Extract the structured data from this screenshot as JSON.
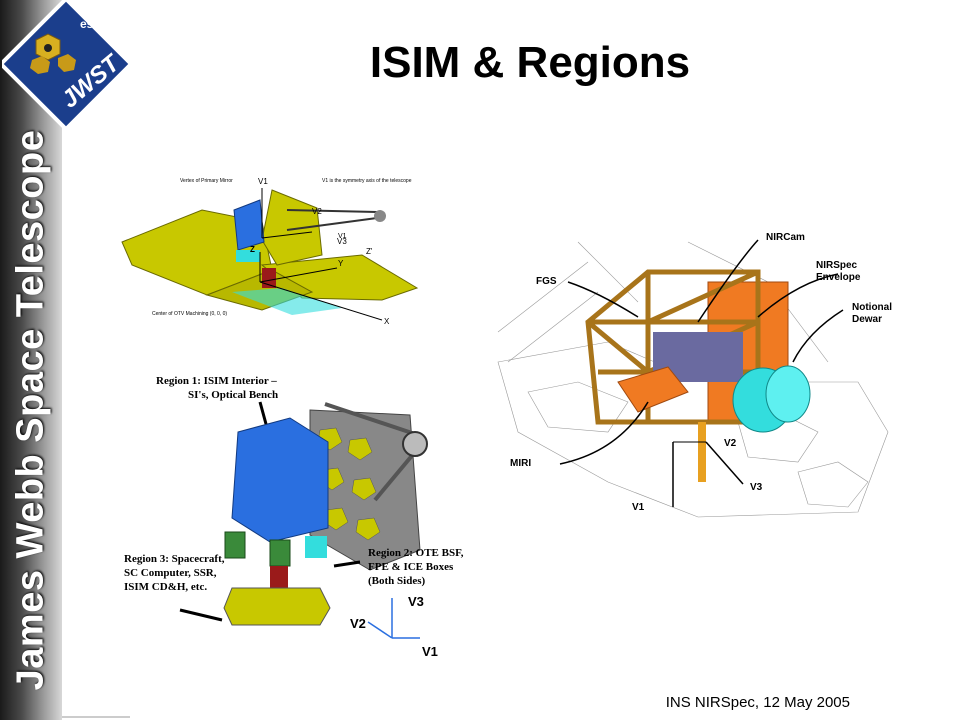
{
  "sidebar": {
    "text": "James Webb Space Telescope"
  },
  "logo": {
    "agency": "esa",
    "mission": "JWST"
  },
  "title": "ISIM & Regions",
  "footer": "INS NIRSpec, 12 May 2005",
  "top_diagram": {
    "labels": [
      "V1",
      "V2",
      "V3",
      "Z",
      "Y",
      "X",
      "Z'",
      "V1"
    ],
    "notes": [
      "Vertex of Primary Mirror",
      "V1 is the symmetry axis of the telescope",
      "Center of OTV Machining (0, 0, 0)"
    ]
  },
  "regions_diagram": {
    "region1": [
      "Region 1: ISIM Interior –",
      "SI's, Optical Bench"
    ],
    "region2": [
      "Region 2: OTE BSF,",
      "FPE & ICE Boxes",
      "(Both Sides)"
    ],
    "region3": [
      "Region 3: Spacecraft,",
      "SC Computer, SSR,",
      "ISIM CD&H, etc."
    ],
    "axes": {
      "v1": "V1",
      "v2": "V2",
      "v3": "V3"
    }
  },
  "isim_diagram": {
    "labels": {
      "nircam": "NIRCam",
      "nirspec": [
        "NIRSpec",
        "Envelope"
      ],
      "dewar": [
        "Notional",
        "Dewar"
      ],
      "fgs": "FGS",
      "miri": "MIRI",
      "v1": "V1",
      "v2": "V2",
      "v3": "V3"
    }
  },
  "colors": {
    "structure": "#c8c800",
    "blue": "#2a6fe0",
    "cyan": "#33dddd",
    "orange": "#f07a22",
    "truss": "#a8741a"
  }
}
